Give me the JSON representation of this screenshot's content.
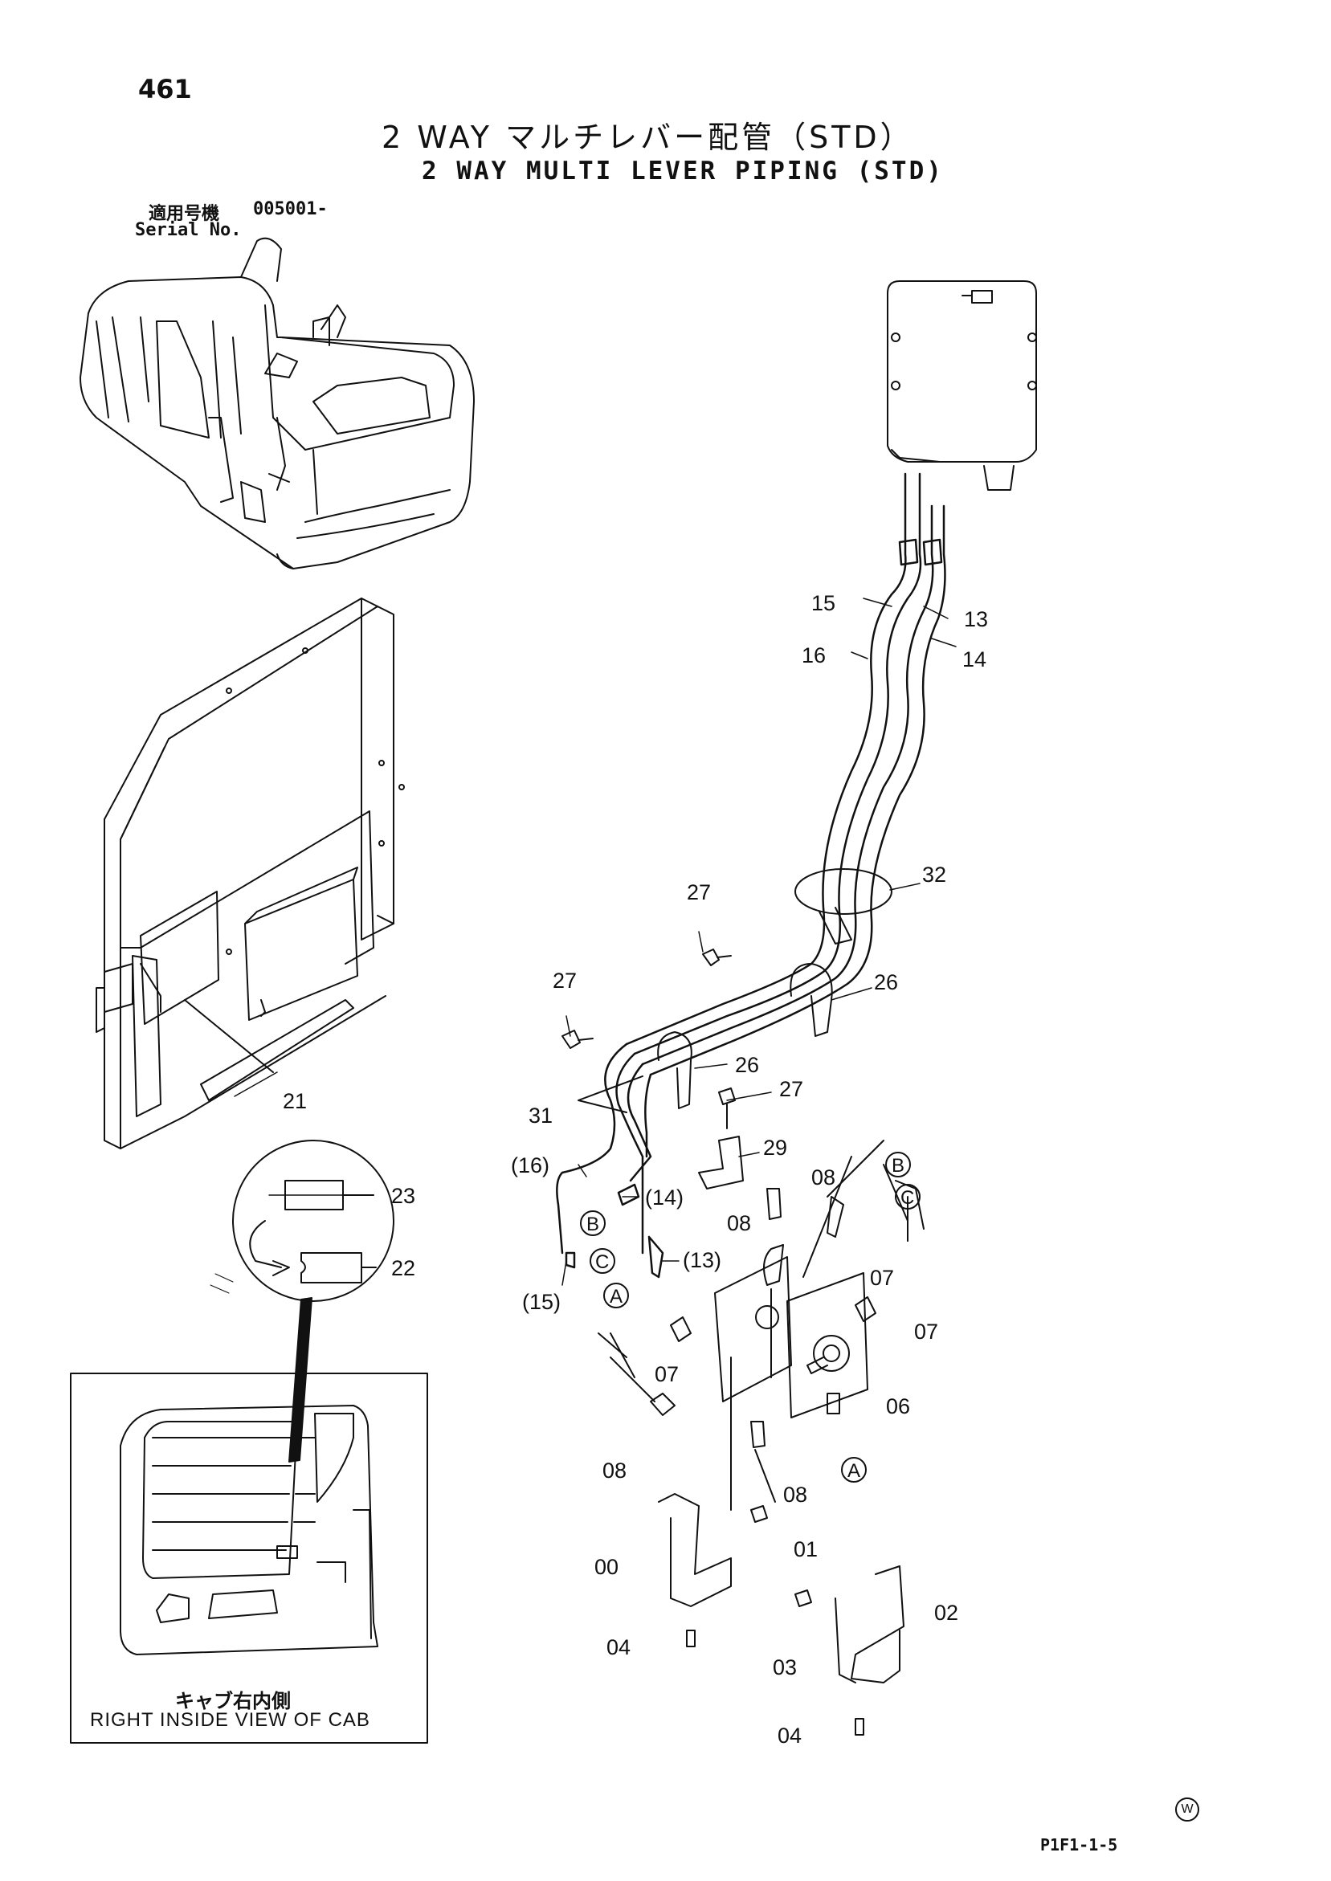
{
  "header": {
    "page_number": "461",
    "title_jp": "2 WAY マルチレバー配管（STD）",
    "title_en": "2 WAY MULTI LEVER PIPING (STD)",
    "serial_label_jp": "適用号機",
    "serial_value": "005001-",
    "serial_label_en": "Serial No."
  },
  "inset": {
    "caption_jp": "キャブ右内側",
    "caption_en": "RIGHT INSIDE VIEW OF CAB"
  },
  "footer": {
    "drawing_code": "P1F1-1-5",
    "watermark_letter": "W"
  },
  "callouts": {
    "c13": "13",
    "c14": "14",
    "c15": "15",
    "c16": "16",
    "c32": "32",
    "c27a": "27",
    "c27b": "27",
    "c27c": "27",
    "c26a": "26",
    "c26b": "26",
    "c31": "31",
    "c29": "29",
    "c21": "21",
    "c23": "23",
    "c22": "22",
    "c16p": "(16)",
    "c14p": "(14)",
    "c13p": "(13)",
    "c15p": "(15)",
    "c08a": "08",
    "c08b": "08",
    "c08c": "08",
    "c08d": "08",
    "c07a": "07",
    "c07b": "07",
    "c07c": "07",
    "c06": "06",
    "c00": "00",
    "c01": "01",
    "c02": "02",
    "c03": "03",
    "c04a": "04",
    "c04b": "04"
  },
  "connection_letters": {
    "B1": "B",
    "C1": "C",
    "B2": "B",
    "C2": "C",
    "A1": "A",
    "A2": "A"
  }
}
